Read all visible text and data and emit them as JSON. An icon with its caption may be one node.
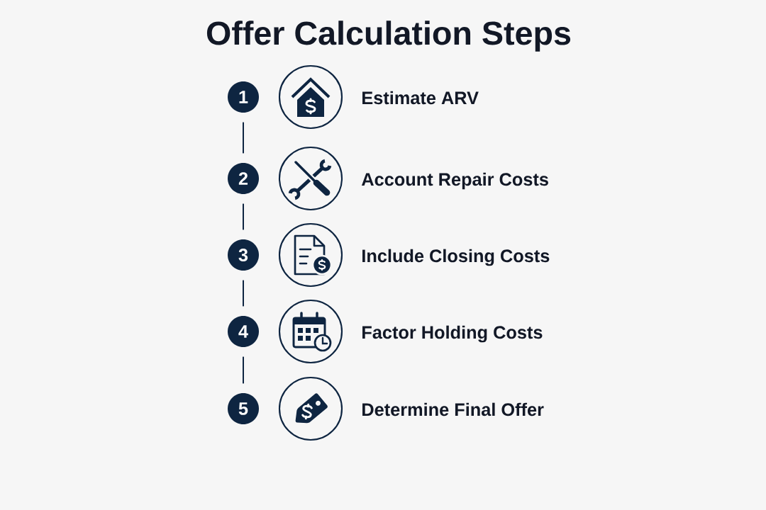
{
  "diagram": {
    "title": "Offer Calculation Steps",
    "nodes": [
      {
        "text": [
          "1"
        ]
      },
      {
        "text": [],
        "shape": "circle",
        "beside": [
          "Estimate ARV"
        ]
      },
      {
        "text": [
          "2"
        ]
      },
      {
        "text": [],
        "shape": "circle",
        "beside": [
          "Account Repair Costs"
        ]
      },
      {
        "text": [
          "3"
        ]
      },
      {
        "text": [],
        "shape": "circle",
        "beside": [
          "Include Closing Costs"
        ]
      },
      {
        "text": [
          "4"
        ]
      },
      {
        "text": [],
        "shape": "circle",
        "beside": [
          "Factor Holding Costs"
        ]
      },
      {
        "text": [
          "5"
        ]
      },
      {
        "text": [],
        "shape": "circle",
        "beside": [
          "Determine Final Offer"
        ]
      }
    ],
    "edges": [
      {
        "from": 0,
        "to": 2,
        "arrow": "none"
      },
      {
        "from": 2,
        "to": 4,
        "arrow": "none"
      },
      {
        "from": 4,
        "to": 6,
        "arrow": "none"
      },
      {
        "from": 6,
        "to": 8,
        "arrow": "none"
      }
    ]
  }
}
